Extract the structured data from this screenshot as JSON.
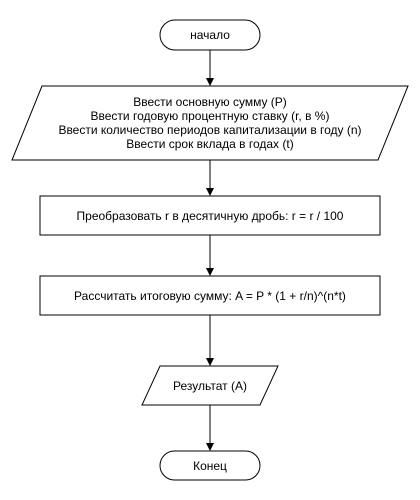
{
  "nodes": {
    "start": {
      "text": "начало"
    },
    "input": {
      "lines": [
        "Ввести основную сумму (P)",
        "Ввести годовую процентную ставку (r, в %)",
        "Ввести количество периодов капитализации в году (n)",
        "Ввести срок вклада в годах (t)"
      ]
    },
    "convert": {
      "text": "Преобразовать r в десятичную дробь: r = r / 100"
    },
    "compute": {
      "text": "Рассчитать итоговую сумму: A = P * (1 + r/n)^(n*t)"
    },
    "output": {
      "text": "Результат (A)"
    },
    "end": {
      "text": "Конец"
    }
  },
  "colors": {
    "stroke": "#000000",
    "fill": "#ffffff",
    "text": "#000000"
  }
}
